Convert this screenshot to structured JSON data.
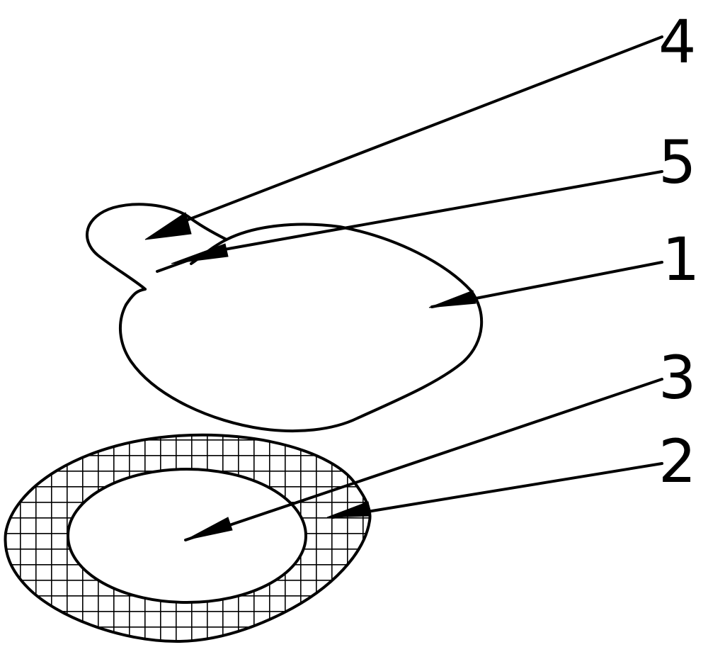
{
  "diagram": {
    "labels": {
      "part_1": "1",
      "part_2": "2",
      "part_3": "3",
      "part_4": "4",
      "part_5": "5"
    },
    "colors": {
      "line": "#000000",
      "background": "#ffffff",
      "mesh": "#000000"
    },
    "fill_patterns": {
      "ring": "crosshatch-grid"
    }
  }
}
